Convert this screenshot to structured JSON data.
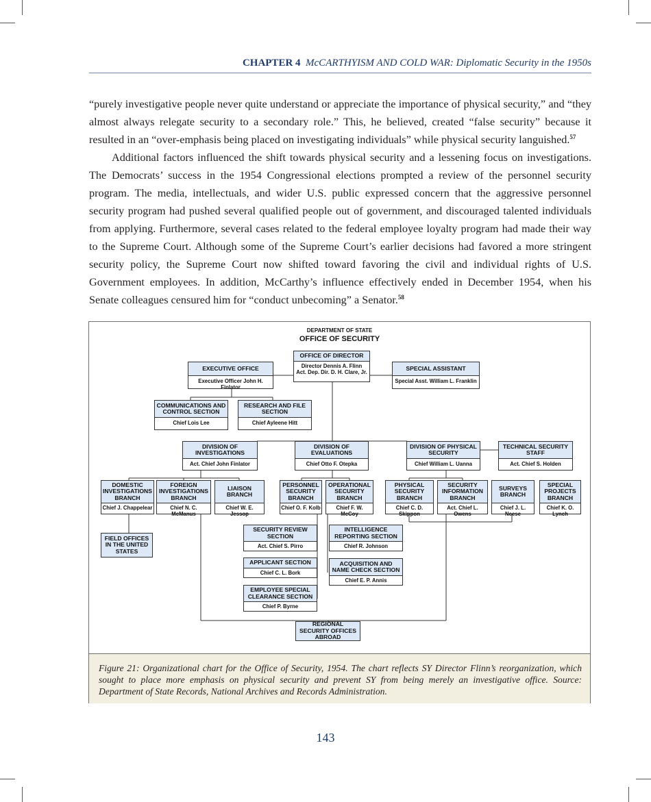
{
  "header": {
    "chapter": "CHAPTER 4",
    "title": "McCARTHYISM AND COLD WAR: Diplomatic Security in the 1950s"
  },
  "paragraphs": {
    "p1": "“purely investigative people never quite understand or appreciate the importance of physical security,” and “they almost always relegate security to a secondary role.”  This, he believed, created “false security” because it resulted in an “over-emphasis being placed on investigating individuals” while physical security languished.",
    "p1_note": "57",
    "p2": "Additional factors influenced the shift towards physical security and a lessening focus on investigations.  The Democrats’ success in the 1954 Congressional elections prompted a review of the personnel security program. The media, intellectuals, and wider U.S. public expressed concern that the aggressive personnel security program had pushed several qualified people out of government, and discouraged talented individuals from applying. Furthermore, several cases related to the federal employee loyalty program had made their way to the Supreme Court.  Although some of the Supreme Court’s earlier decisions had favored a more stringent security policy, the Supreme Court now shifted toward favoring the civil and individual rights of U.S. Government employees.  In addition, McCarthy’s influence effectively ended in December 1954, when his Senate colleagues censured him for “conduct unbecoming” a Senator.",
    "p2_note": "58"
  },
  "chart": {
    "dept": "DEPARTMENT OF STATE",
    "office": "OFFICE OF SECURITY",
    "director": {
      "title": "OFFICE OF DIRECTOR",
      "name1": "Director Dennis A. Flinn",
      "name2": "Act. Dep. Dir. D. H. Clare, Jr."
    },
    "exec": {
      "title": "EXECUTIVE OFFICE",
      "name": "Executive Officer John H. Finlator"
    },
    "special": {
      "title": "SPECIAL ASSISTANT",
      "name": "Special Asst. William L. Franklin"
    },
    "comms": {
      "title": "COMMUNICATIONS AND CONTROL SECTION",
      "name": "Chief Lois Lee"
    },
    "research": {
      "title": "RESEARCH AND FILE SECTION",
      "name": "Chief Ayleene Hitt"
    },
    "div_inv": {
      "title": "DIVISION OF INVESTIGATIONS",
      "name": "Act. Chief John Finlator"
    },
    "div_eval": {
      "title": "DIVISION OF EVALUATIONS",
      "name": "Chief Otto F. Otepka"
    },
    "div_phys": {
      "title": "DIVISION OF PHYSICAL SECURITY",
      "name": "Chief William L. Uanna"
    },
    "tech": {
      "title": "TECHNICAL SECURITY STAFF",
      "name": "Act. Chief S. Holden"
    },
    "domestic": {
      "title": "DOMESTIC INVESTIGATIONS BRANCH",
      "name": "Chief J. Chappelear"
    },
    "foreign": {
      "title": "FOREIGN INVESTIGATIONS BRANCH",
      "name": "Chief N. C. McManus"
    },
    "liaison": {
      "title": "LIAISON BRANCH",
      "name": "Chief W. E. Jessop"
    },
    "personnel": {
      "title": "PERSONNEL SECURITY BRANCH",
      "name": "Chief O. F. Kolb"
    },
    "operational": {
      "title": "OPERATIONAL SECURITY BRANCH",
      "name": "Chief F. W. McCoy"
    },
    "physical": {
      "title": "PHYSICAL SECURITY BRANCH",
      "name": "Chief C. D. Skippon"
    },
    "secinfo": {
      "title": "SECURITY INFORMATION BRANCH",
      "name": "Act. Chief L. Owens"
    },
    "surveys": {
      "title": "SURVEYS BRANCH",
      "name": "Chief J. L. Neese"
    },
    "specproj": {
      "title": "SPECIAL PROJECTS BRANCH",
      "name": "Chief K. O. Lynch"
    },
    "field": {
      "title": "FIELD OFFICES IN THE UNITED STATES"
    },
    "review": {
      "title": "SECURITY REVIEW SECTION",
      "name": "Act. Chief S. Pirro"
    },
    "applicant": {
      "title": "APPLICANT SECTION",
      "name": "Chief C. L. Bork"
    },
    "employee": {
      "title": "EMPLOYEE SPECIAL CLEARANCE SECTION",
      "name": "Chief P. Byrne"
    },
    "intel": {
      "title": "INTELLIGENCE REPORTING SECTION",
      "name": "Chief R. Johnson"
    },
    "acq": {
      "title": "ACQUISITION AND NAME CHECK SECTION",
      "name": "Chief E. P. Annis"
    },
    "regional": {
      "title": "REGIONAL SECURITY OFFICES ABROAD"
    }
  },
  "caption": "Figure 21:  Organizational chart for the Office of Security, 1954.  The chart reflects SY Director Flinn’s reorganization, which sought to place more emphasis on physical security and prevent SY from being merely an investigative office.  Source: Department of State Records, National Archives and Records Administration.",
  "page_number": "143"
}
